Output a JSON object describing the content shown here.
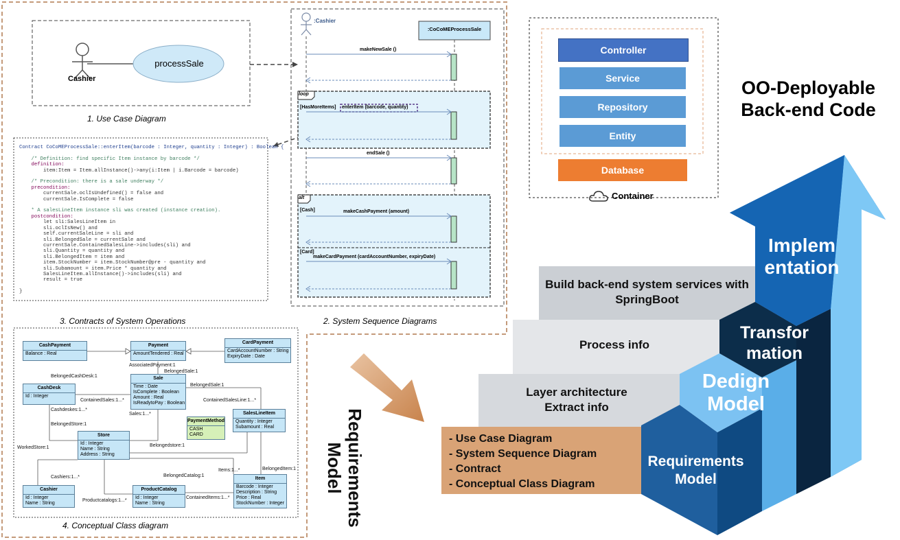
{
  "use_case": {
    "actor": "Cashier",
    "use_case": "processSale",
    "caption": "1. Use Case Diagram"
  },
  "contract": {
    "caption": "3. Contracts of System Operations",
    "lines": [
      "Contract CoCoMEProcessSale::enterItem(barcode : Integer, quantity : Integer) : Boolean {",
      "",
      "    /* Definition: find specific Item instance by barcode */",
      "    definition:",
      "        item:Item = Item.allInstance()->any(i:Item | i.Barcode = barcode)",
      "",
      "    /* Precondition: there is a sale underway */",
      "    precondition:",
      "        currentSale.oclIsUndefined() = false and",
      "        currentSale.IsComplete = false",
      "",
      "    * A salesLineItem instance sli was created (instance creation).",
      "    postcondition:",
      "        let sli:SalesLineItem in",
      "        sli.oclIsNew() and",
      "        self.currentSaleLine = sli and",
      "        sli.BelongedSale = currentSale and",
      "        currentSale.ContainedSalesLine->includes(sli) and",
      "        sli.Quantity = quantity and",
      "        sli.BelongedItem = item and",
      "        item.StockNumber = item.StockNumber@pre - quantity and",
      "        sli.Subamount = item.Price * quantity and",
      "        SalesLineItem.allInstance()->includes(sli) and",
      "        result = true",
      "",
      "}"
    ]
  },
  "sequence": {
    "actor": ":Cashier",
    "system": ":CoCoMEProcessSale",
    "caption": "2. System Sequence Diagrams",
    "messages": {
      "make_new_sale": "makeNewSale ()",
      "enter_item": "enterItem (barcode, quantity)",
      "end_sale": "endSale ()",
      "make_cash_payment": "makeCashPayment (amount)",
      "make_card_payment": "makeCardPayment (cardAccountNumber, expiryDate)"
    },
    "fragments": {
      "loop": "loop",
      "loop_guard": "[HasMoreItems]",
      "alt": "alt",
      "cash_guard": "[Cash]",
      "card_guard": "[Card]"
    }
  },
  "class_diagram": {
    "caption": "4. Conceptual Class diagram",
    "classes": {
      "cash_payment": {
        "name": "CashPayment",
        "attrs": "Balance : Real"
      },
      "payment": {
        "name": "Payment",
        "attrs": "AmountTendered : Real"
      },
      "card_payment": {
        "name": "CardPayment",
        "attrs": "CardAccountNumber : String\nExpiryDate : Date"
      },
      "sale": {
        "name": "Sale",
        "attrs": "Time : Date\nIsComplete : Boolean\nAmount : Real\nIsReadytoPay : Boolean"
      },
      "cash_desk": {
        "name": "CashDesk",
        "attrs": "Id : Integer"
      },
      "payment_method": {
        "name": "PaymentMethod",
        "attrs": "CASH\nCARD"
      },
      "sales_line_item": {
        "name": "SalesLineItem",
        "attrs": "Quantity : Integer\nSubamount : Real"
      },
      "store": {
        "name": "Store",
        "attrs": "Id : Integer\nName : String\nAddress : String"
      },
      "cashier": {
        "name": "Cashier",
        "attrs": "Id : Integer\nName : String"
      },
      "product_catalog": {
        "name": "ProductCatalog",
        "attrs": "Id : Integer\nName : String"
      },
      "item": {
        "name": "Item",
        "attrs": "Barcode : Integer\nDescription : String\nPrice : Real\nStockNumber : Integer"
      }
    },
    "associations": {
      "associated_payment": "AssociatedPayment:1",
      "belonged_sale_1": "BelongedSale:1",
      "belonged_cash_desk": "BelongedCashDesk:1",
      "belonged_sale_2": "BelongedSale:1",
      "contained_sales": "ContainedSales:1...*",
      "contained_sales_line": "ContainedSalesLine:1...*",
      "cashdeskes": "Cashdeskes:1...*",
      "sales": "Sales:1...*",
      "belonged_store": "BelongedStore:1",
      "belongedstore": "Belongedstore:1",
      "worked_store": "WorkedStore:1",
      "cashiers": "Cashiers:1...*",
      "belonged_catalog": "BelongedCatalog:1",
      "items": "Items:1...*",
      "belonged_item": "BelongedItem:1",
      "contained_items": "ContainedItems:1...*",
      "productcatalogs": "Productcatalogs:1...*"
    }
  },
  "requirements_model_vertical": "Requirements Model",
  "container": {
    "layers": [
      "Controller",
      "Service",
      "Repository",
      "Entity"
    ],
    "database": "Database",
    "label": "Container",
    "colors": {
      "controller": "#4472c4",
      "layer": "#5b9bd5",
      "database": "#ed7d31"
    }
  },
  "title": "OO-Deployable Back-end Code",
  "steps": {
    "build": "Build back-end system services with SpringBoot",
    "process": "Process info",
    "layer": "Layer architecture Extract info",
    "requirements_list": [
      "- Use Case Diagram",
      "- System Sequence Diagram",
      "- Contract",
      "- Conceptual Class Diagram"
    ]
  },
  "staircase": {
    "implementation": "Implem entation",
    "transformation": "Transfor mation",
    "design": "Dedign Model",
    "requirements": "Requirements Model"
  }
}
